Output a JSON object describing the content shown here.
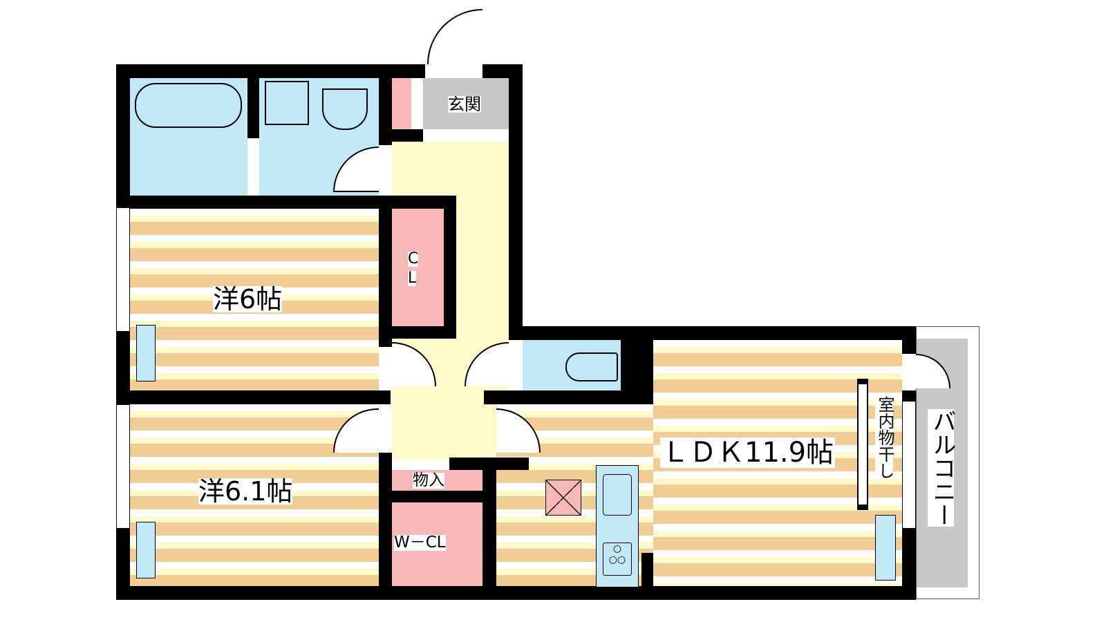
{
  "rooms": {
    "entrance": "玄関",
    "closet": "C\nL",
    "closet_c": "C",
    "closet_l": "L",
    "bedroom1": "洋6帖",
    "bedroom2": "洋6.1帖",
    "ldk": "ＬＤＫ11.9帖",
    "storage": "物入",
    "walkin_closet": "W－CL",
    "indoor_drying": "室内物干し",
    "balcony": "バルコニー"
  },
  "colors": {
    "wet_area": "#c2e8f7",
    "storage": "#f8b8b8",
    "hall": "#fff9cc",
    "floor_stripe": "#f0cd96",
    "entrance": "#c8c8c8"
  }
}
